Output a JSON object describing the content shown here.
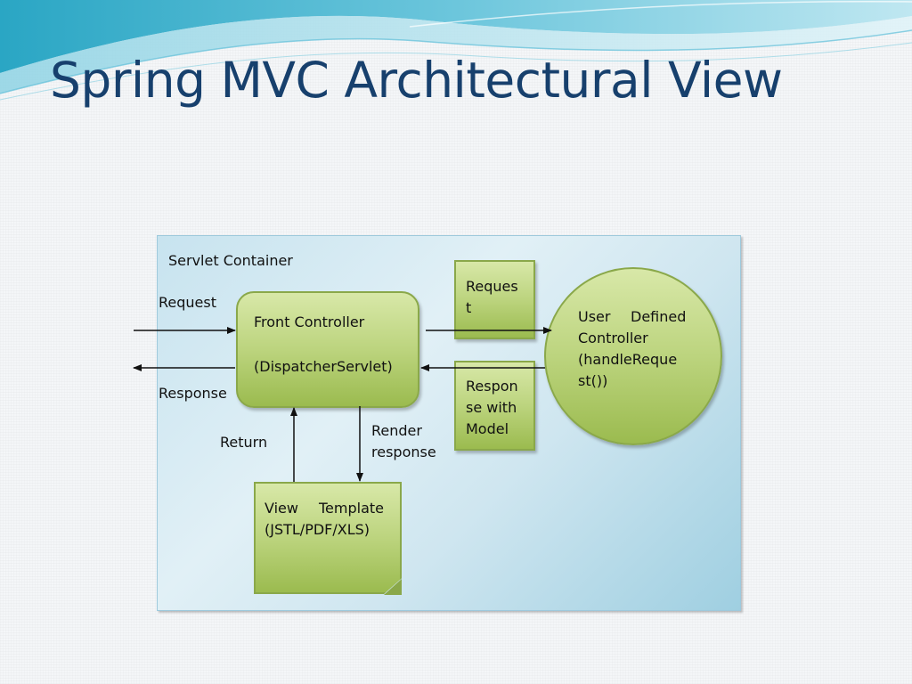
{
  "slide": {
    "title": "Spring MVC Architectural View"
  },
  "diagram": {
    "container_label": "Servlet Container",
    "request_label": "Request",
    "response_label": "Response",
    "return_label": "Return",
    "render_label_line1": "Render",
    "render_label_line2": "response",
    "front_controller": {
      "line1": "Front Controller",
      "line2": "(DispatcherServlet)"
    },
    "request_box": {
      "line1": "Reques",
      "line2": "t"
    },
    "response_box": {
      "line1": "Respon",
      "line2": "se  with",
      "line3": "Model"
    },
    "user_controller": {
      "line1_a": "User",
      "line1_b": "Defined",
      "line2": "Controller",
      "line3": "(handleReque",
      "line4": "st())"
    },
    "view_template": {
      "line1_a": "View",
      "line1_b": "Template",
      "line2": "(JSTL/PDF/XLS)"
    }
  },
  "colors": {
    "title": "#17406d",
    "green_fill": "#bcd47e",
    "green_border": "#8aa84a",
    "container_fill": "#c7e3ef"
  }
}
